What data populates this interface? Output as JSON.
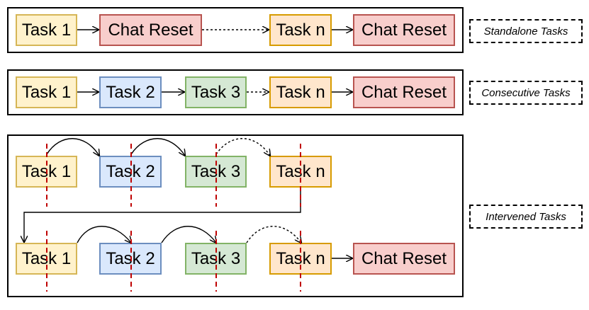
{
  "standalone": {
    "label": "Standalone Tasks",
    "boxes": [
      "Task 1",
      "Chat Reset",
      "Task n",
      "Chat Reset"
    ]
  },
  "consecutive": {
    "label": "Consecutive Tasks",
    "boxes": [
      "Task 1",
      "Task 2",
      "Task 3",
      "Task n",
      "Chat Reset"
    ]
  },
  "intervened": {
    "label": "Intervened Tasks",
    "row1": [
      "Task 1",
      "Task 2",
      "Task 3",
      "Task n"
    ],
    "row2": [
      "Task 1",
      "Task 2",
      "Task 3",
      "Task n",
      "Chat Reset"
    ]
  },
  "colors": {
    "task_yellow": "#fff2cc",
    "task_blue": "#dae8fc",
    "task_green": "#d5e8d4",
    "task_orange": "#ffe6cc",
    "chat_reset_red": "#f8cecc",
    "intervention_line": "#c00000"
  }
}
